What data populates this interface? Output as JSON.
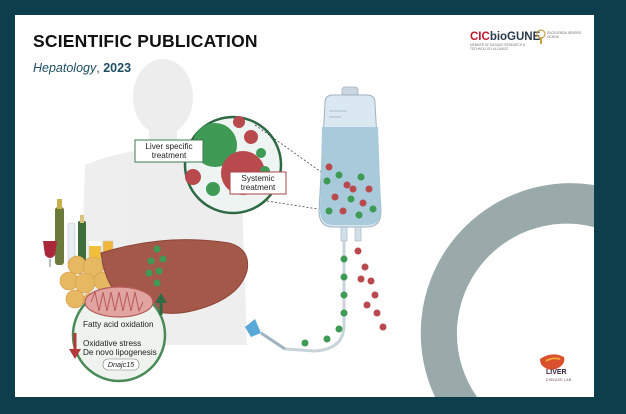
{
  "header": {
    "title": "SCIENTIFIC PUBLICATION",
    "journal": "Hepatology",
    "separator": ",",
    "year": "2023"
  },
  "logos": {
    "cic_prefix": "CIC",
    "cic_suffix": "bioGUNE",
    "cic_tagline": "Member of Basque Research & Technology Alliance",
    "severo_text": "Excelencia Severo Ochoa",
    "ldl_line1": "LIVER",
    "ldl_line2": "DISEASE LAB"
  },
  "diagram": {
    "bubble_label_liver": [
      "Liver specific",
      "treatment"
    ],
    "bubble_label_systemic": [
      "Systemic",
      "treatment"
    ],
    "mito_labels": {
      "fatty_acid": "Fatty acid oxidation",
      "oxidative": "Oxidative stress",
      "lipogenesis": "De novo lipogenesis",
      "gene": "Dnajc15"
    }
  },
  "colors": {
    "frame": "#0e3d4b",
    "green_particle": "#3e9a55",
    "red_particle": "#b84a4e",
    "liver": "#a4584a",
    "arc": "#9aa9aa"
  }
}
